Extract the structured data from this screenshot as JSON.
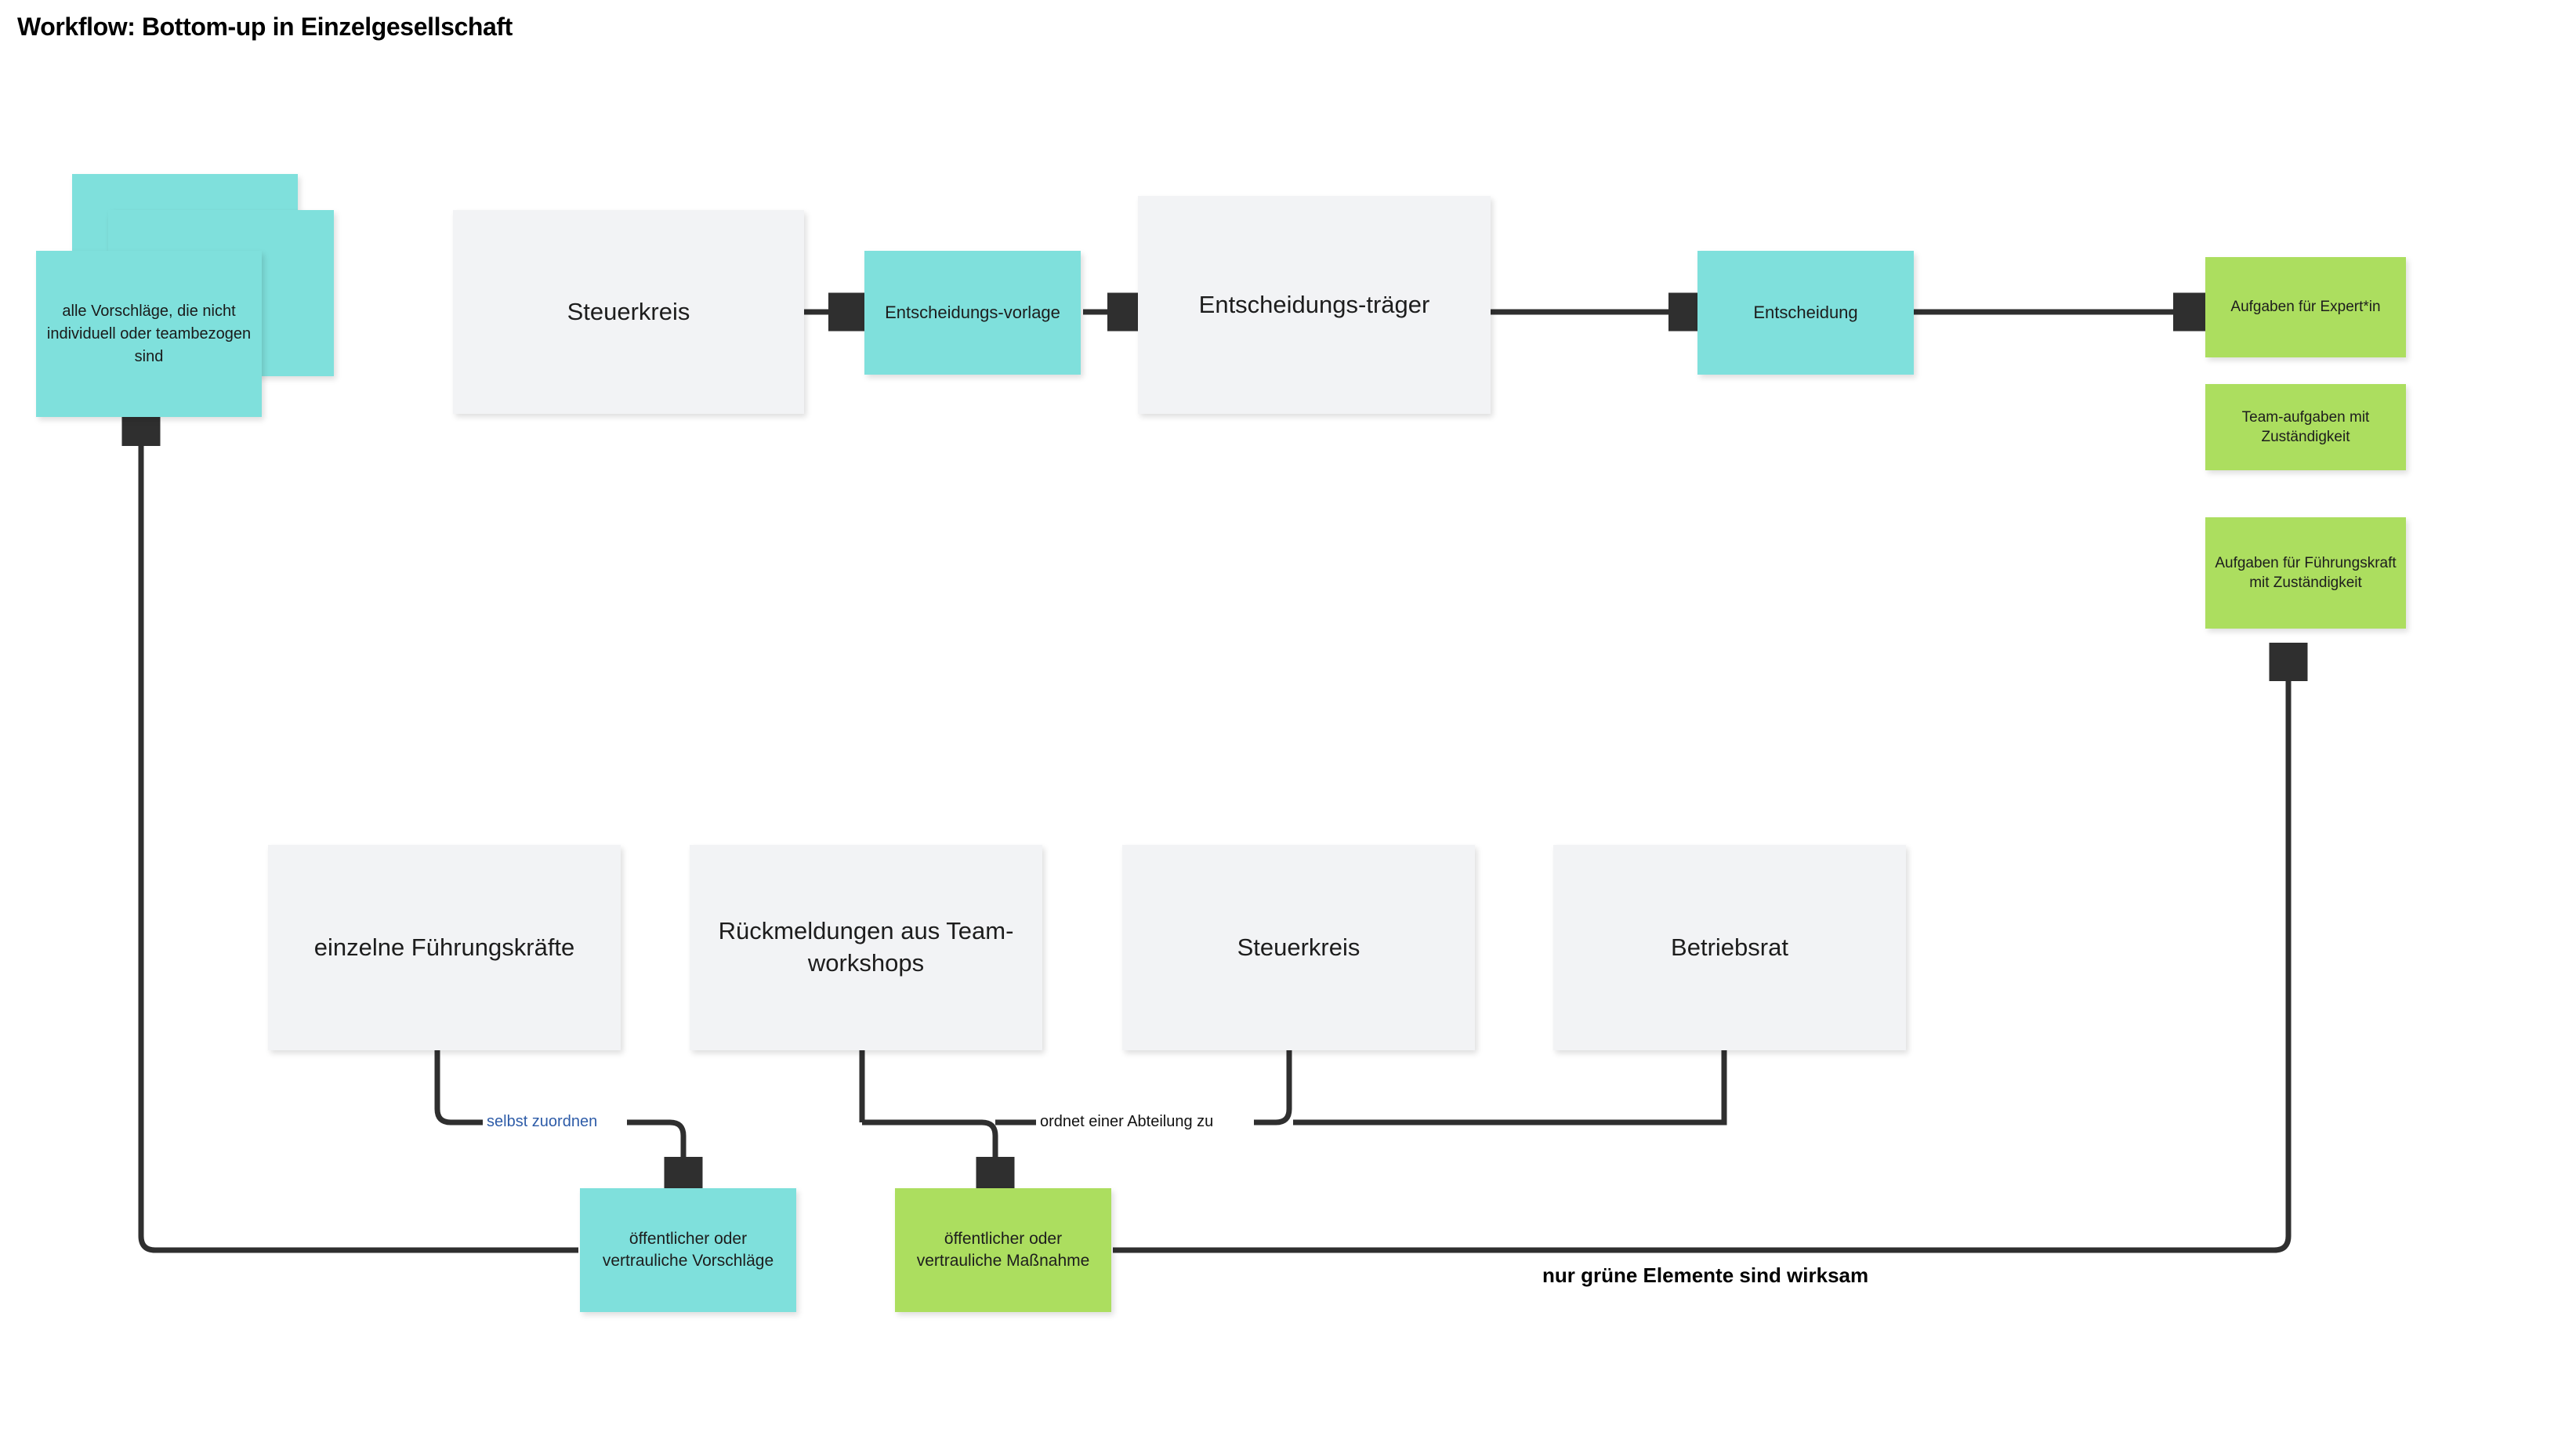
{
  "title": "Workflow: Bottom-up in Einzelgesellschaft",
  "colors": {
    "cyan": "#7fe0dc",
    "green": "#acde5f",
    "gray": "#f2f3f5",
    "line": "#2f2f2f",
    "blue_label": "#2e5ca8",
    "background": "#ffffff"
  },
  "stack": {
    "count": 3,
    "front_label": "alle Vorschläge, die nicht individuell oder teambezogen sind"
  },
  "top_flow": {
    "nodes": [
      {
        "id": "steuerkreis-top",
        "label": "Steuerkreis",
        "color": "gray"
      },
      {
        "id": "entscheidungsvorlage",
        "label": "Entscheidungs-vorlage",
        "color": "cyan"
      },
      {
        "id": "entscheidungstraeger",
        "label": "Entscheidungs-träger",
        "color": "gray"
      },
      {
        "id": "entscheidung",
        "label": "Entscheidung",
        "color": "cyan"
      }
    ]
  },
  "outcomes": [
    {
      "id": "aufgaben-expertin",
      "label": "Aufgaben für Expert*in",
      "color": "green"
    },
    {
      "id": "teamaufgaben",
      "label": "Team-aufgaben mit Zuständigkeit",
      "color": "green"
    },
    {
      "id": "aufgaben-fuehrungskraft",
      "label": "Aufgaben für Führungskraft mit Zuständigkeit",
      "color": "green"
    }
  ],
  "sources": [
    {
      "id": "einzelne-fuehrungskraefte",
      "label": "einzelne Führungskräfte",
      "color": "gray"
    },
    {
      "id": "rueckmeldungen-teamworkshops",
      "label": "Rückmeldungen aus Team-workshops",
      "color": "gray"
    },
    {
      "id": "steuerkreis-bottom",
      "label": "Steuerkreis",
      "color": "gray"
    },
    {
      "id": "betriebsrat",
      "label": "Betriebsrat",
      "color": "gray"
    }
  ],
  "results": [
    {
      "id": "vorschlaege",
      "label": "öffentlicher oder vertrauliche Vorschläge",
      "color": "cyan"
    },
    {
      "id": "massnahme",
      "label": "öffentlicher oder vertrauliche Maßnahme",
      "color": "green"
    }
  ],
  "edge_labels": {
    "selbst_zuordnen": "selbst zuordnen",
    "ordnet_einer_abteilung_zu": "ordnet einer Abteilung zu"
  },
  "footnote": "nur grüne Elemente sind wirksam"
}
